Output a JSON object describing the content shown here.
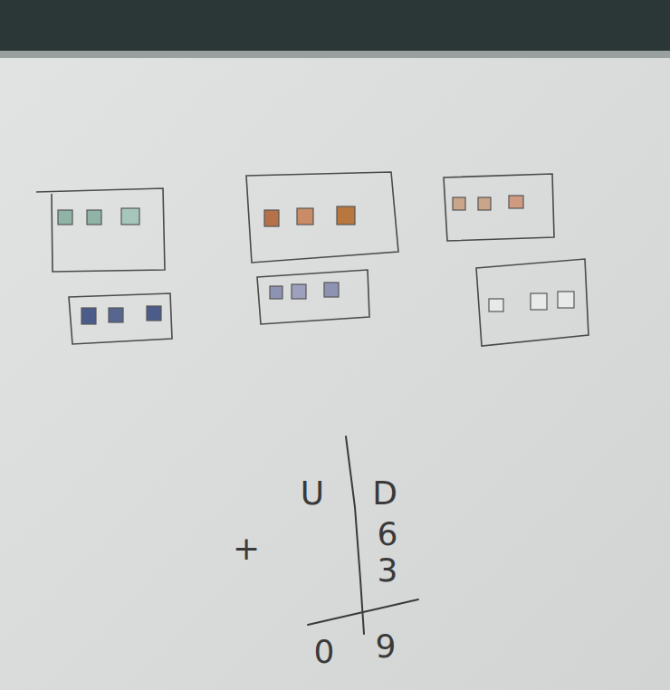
{
  "diagram": {
    "labels": [
      "U",
      "D",
      "6",
      "3",
      "+",
      "0",
      "9"
    ]
  }
}
